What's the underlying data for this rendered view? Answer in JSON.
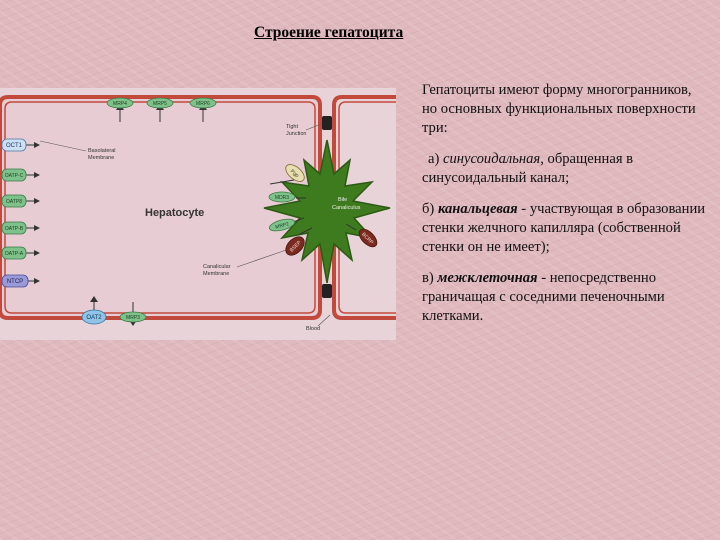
{
  "slide": {
    "title": "Строение гепатоцита"
  },
  "diagram": {
    "cell_label": "Hepatocyte",
    "basolateral_label": [
      "Basolateral",
      "Membrane"
    ],
    "canalicular_label": [
      "Canalicular",
      "Membrane"
    ],
    "tight_junction_label": [
      "Tight",
      "Junction"
    ],
    "bile_canaliculus_label": [
      "Bile",
      "Canaliculus"
    ],
    "blood_label": "Blood",
    "top_transporters": [
      "MRP4",
      "MRP5",
      "MRP6"
    ],
    "left_transporters": [
      "OCT1",
      "OATP-C",
      "OATP8",
      "OATP-B",
      "OATP-A",
      "NTCP"
    ],
    "bottom_transporters": [
      "OAT2",
      "MRP3"
    ],
    "canalicular_transporters": [
      "Pgp",
      "MDR3",
      "MRP2",
      "BSEP",
      "BCRP"
    ],
    "colors": {
      "membrane": "#c24a3c",
      "cell": "#e7cdd3",
      "canaliculus": "#3e7a1e",
      "transporter_green": "#7fc18a",
      "transporter_blue": "#8fc4e6",
      "ntcp": "#9a9ad8",
      "oct1": "#cce0f2",
      "bsep": "#7a2a20"
    }
  },
  "text": {
    "intro": "Гепатоциты имеют форму многогранников, но основных функциональных поверхности три:",
    "a_prefix": "а) ",
    "a_term": "синусоидальная",
    "a_rest": ", обращенная в синусоидальный канал;",
    "b_prefix": "б) ",
    "b_term": "канальцевая",
    "b_rest": " - участвующая в образовании стенки желчного капилляра (собственной стенки он не имеет);",
    "c_prefix": "в) ",
    "c_term": "межклеточная",
    "c_rest": " - непосредственно граничащая с соседними печеночными клетками."
  }
}
